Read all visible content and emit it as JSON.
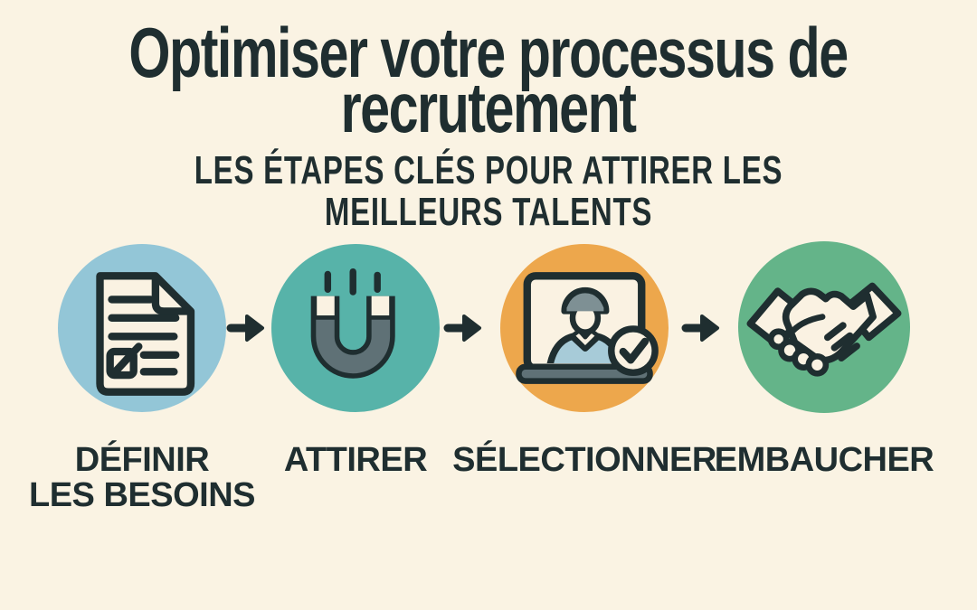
{
  "colors": {
    "background": "#FAF3E3",
    "ink": "#1F2E30",
    "slate": "#5F7176",
    "cream": "#FAF2E2",
    "hair": "#7E9094",
    "shirt": "#A7CBD8"
  },
  "title": {
    "line1": "Optimiser votre processus de",
    "line2": "recrutement"
  },
  "subtitle": "LES ÉTAPES CLÉS POUR ATTIRER LES MEILLEURS TALENTS",
  "steps": [
    {
      "id": "definir",
      "label_line1": "DÉFINIR",
      "label_line2": "LES BESOINS",
      "icon": "document-checklist-icon",
      "circle_color": "#93C6D7",
      "circle_style": "background:#93C6D7"
    },
    {
      "id": "attirer",
      "label_line1": "ATTIRER",
      "label_line2": "",
      "icon": "magnet-icon",
      "circle_color": "#57B3A9",
      "circle_style": "background:#57B3A9"
    },
    {
      "id": "selectionner",
      "label_line1": "SÉLECTIONNER",
      "label_line2": "",
      "icon": "candidate-screen-check-icon",
      "circle_color": "#EDA74C",
      "circle_style": "background:#EDA74C"
    },
    {
      "id": "embaucher",
      "label_line1": "EMBAUCHER",
      "label_line2": "",
      "icon": "handshake-icon",
      "circle_color": "#64B489",
      "circle_style": "background:#64B489"
    }
  ],
  "arrow_glyph": "→"
}
